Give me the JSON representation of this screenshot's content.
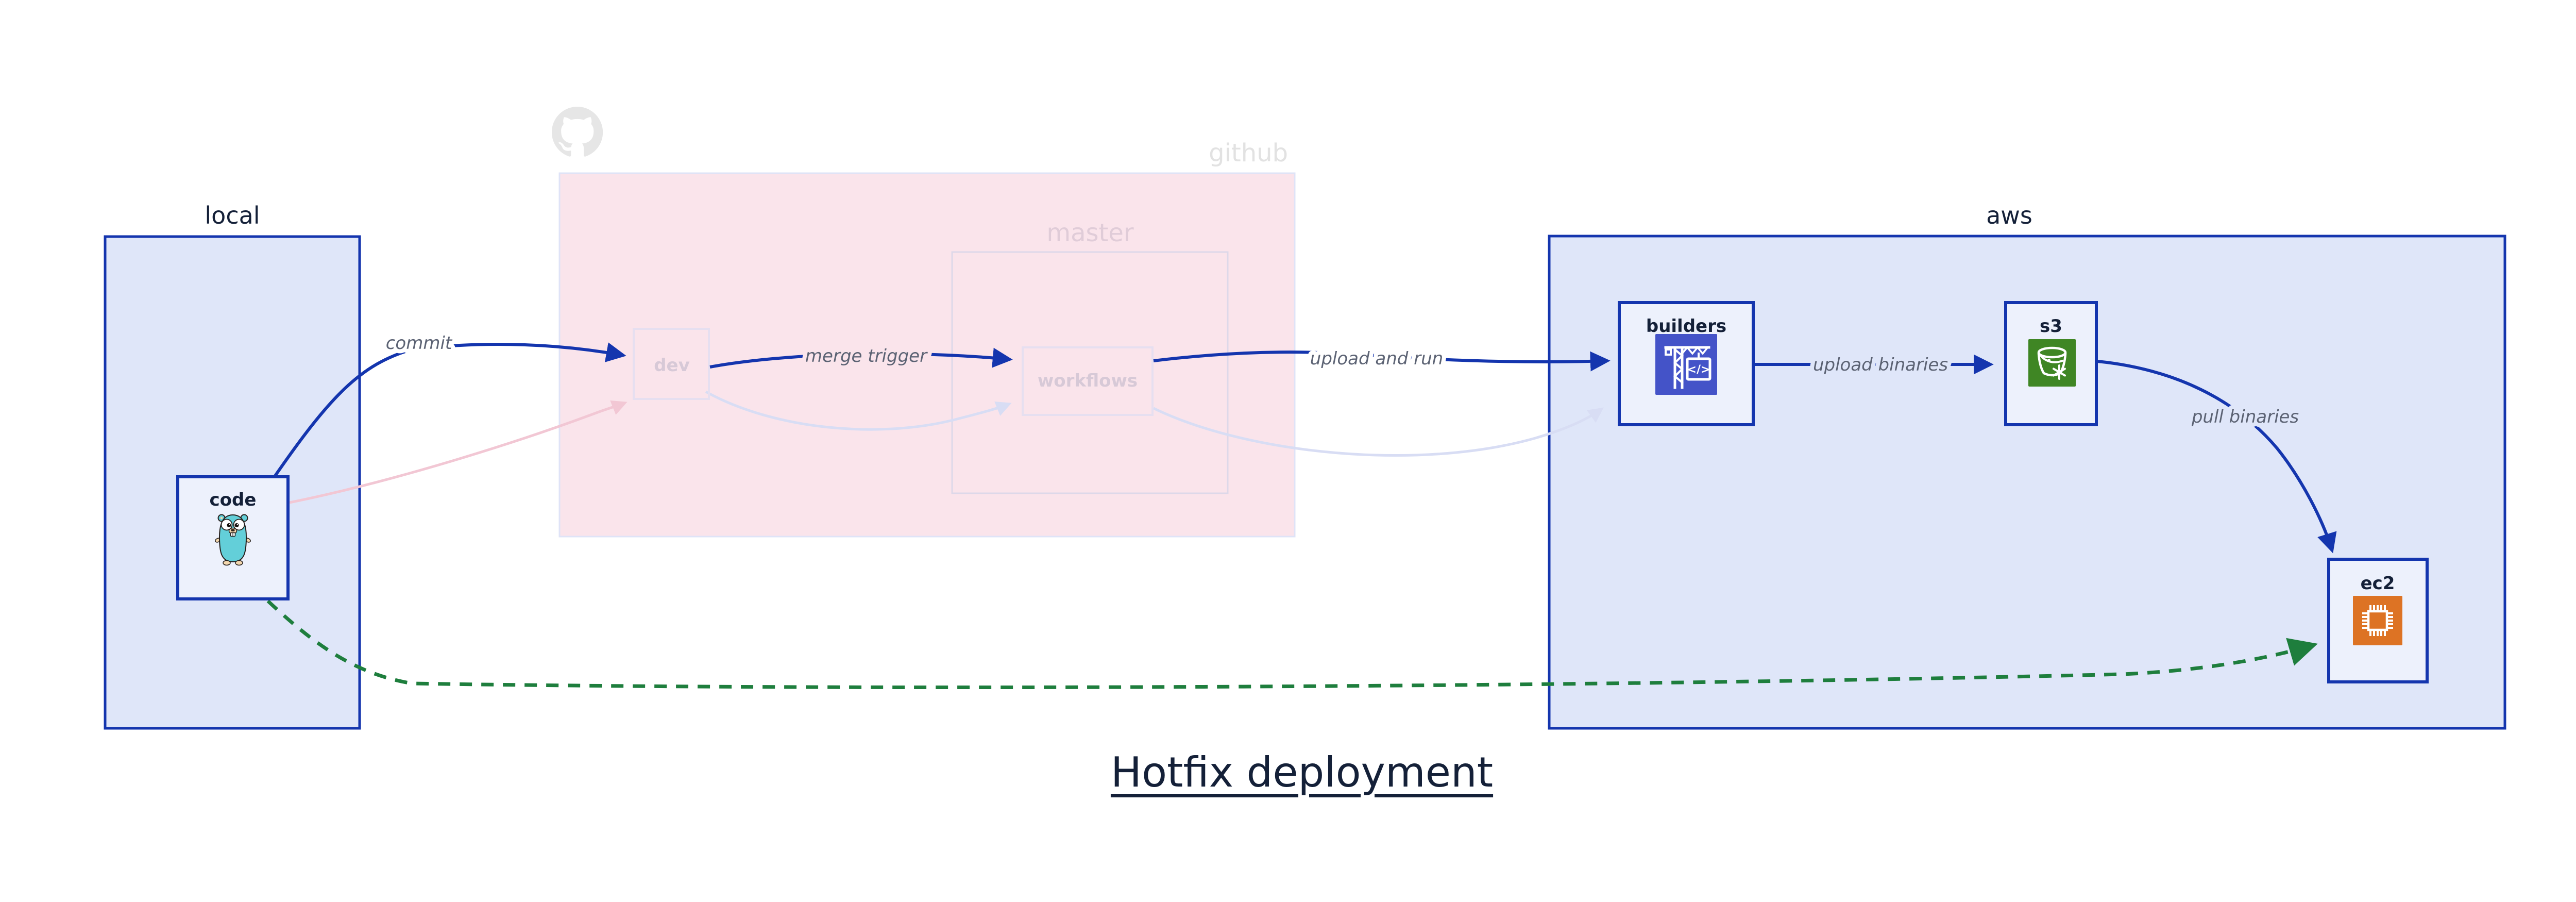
{
  "title": {
    "text": "Hotfix deployment"
  },
  "containers": {
    "local": {
      "label": "local"
    },
    "github": {
      "label": "github"
    },
    "master": {
      "label": "master"
    },
    "aws": {
      "label": "aws"
    }
  },
  "nodes": {
    "code": {
      "label": "code"
    },
    "dev": {
      "label": "dev"
    },
    "workflows": {
      "label": "workflows"
    },
    "builders": {
      "label": "builders"
    },
    "s3": {
      "label": "s3"
    },
    "ec2": {
      "label": "ec2"
    }
  },
  "edges": {
    "commit": {
      "label": "commit"
    },
    "merge_trigger": {
      "label": "merge trigger"
    },
    "upload_and_run": {
      "label": "upload and run"
    },
    "upload_binaries": {
      "label": "upload binaries"
    },
    "pull_binaries": {
      "label": "pull binaries"
    },
    "hotfix": {
      "label": ""
    }
  },
  "icons": {
    "octocat": "github-octocat",
    "gopher": "go-gopher",
    "builders": "aws-codebuild-crane",
    "s3": "aws-s3-glacier-bucket",
    "ec2": "aws-ec2-chip",
    "codebuild_glyph": "</>"
  },
  "colors": {
    "blue": "#1435ae",
    "light_blue": "#dfe6f9",
    "node_fill": "#edf1fc",
    "navy": "#142038",
    "pink": "#fae4eb",
    "pink_box_border": "#dfe3f7",
    "faded_pink": "#f2c7d4",
    "faded_lavender": "#d8ddf4",
    "faded_border": "#e6dff0",
    "master_border": "#ddd8e9",
    "faded_text": "#d7c9d7",
    "master_text": "#e0ccd8",
    "github_gray": "#e2e2e2",
    "octocat_gray": "#e6e6e6",
    "edge_label_gray": "#5b6273",
    "green": "#1e7e3d",
    "codebuild_indigo": "#4453c8",
    "s3_green": "#3f8624",
    "ec2_orange": "#dd7324",
    "gopher_teal": "#63cfd9",
    "gopher_beige": "#f3d7ae",
    "ink": "#26201d"
  }
}
